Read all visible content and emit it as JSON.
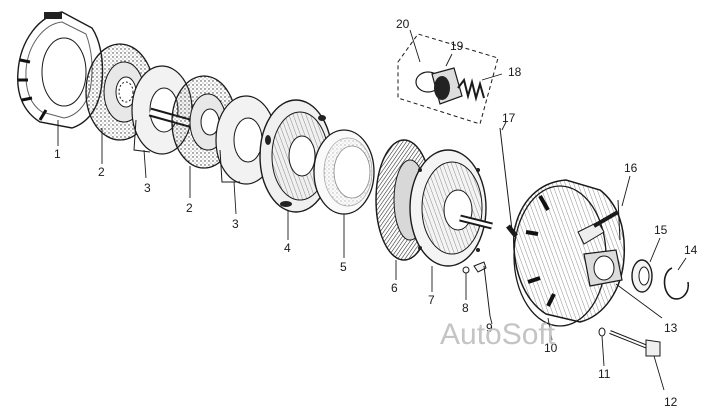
{
  "figure": {
    "callouts": [
      {
        "id": "c1",
        "text": "1"
      },
      {
        "id": "c2a",
        "text": "2"
      },
      {
        "id": "c3a",
        "text": "3"
      },
      {
        "id": "c2b",
        "text": "2"
      },
      {
        "id": "c3b",
        "text": "3"
      },
      {
        "id": "c4",
        "text": "4"
      },
      {
        "id": "c5",
        "text": "5"
      },
      {
        "id": "c6",
        "text": "6"
      },
      {
        "id": "c7",
        "text": "7"
      },
      {
        "id": "c8",
        "text": "8"
      },
      {
        "id": "c9",
        "text": "9"
      },
      {
        "id": "c10",
        "text": "10"
      },
      {
        "id": "c11",
        "text": "11"
      },
      {
        "id": "c12",
        "text": "12"
      },
      {
        "id": "c13",
        "text": "13"
      },
      {
        "id": "c14",
        "text": "14"
      },
      {
        "id": "c15",
        "text": "15"
      },
      {
        "id": "c16",
        "text": "16"
      },
      {
        "id": "c17",
        "text": "17"
      },
      {
        "id": "c18",
        "text": "18"
      },
      {
        "id": "c19",
        "text": "19"
      },
      {
        "id": "c20",
        "text": "20"
      }
    ],
    "watermark": "AutoSoft"
  }
}
